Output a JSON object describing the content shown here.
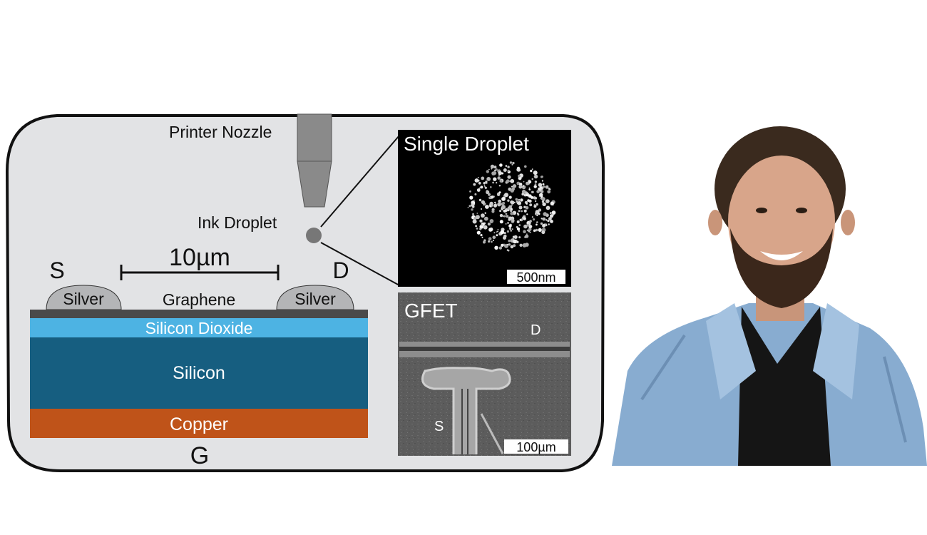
{
  "labels": {
    "printer_nozzle": "Printer Nozzle",
    "ink_droplet": "Ink Droplet",
    "scale_10um": "10µm",
    "source": "S",
    "drain": "D",
    "gate": "G",
    "silver_left": "Silver",
    "silver_right": "Silver",
    "graphene": "Graphene",
    "silicon_dioxide": "Silicon Dioxide",
    "silicon": "Silicon",
    "copper": "Copper"
  },
  "insets": {
    "droplet": {
      "title": "Single Droplet",
      "scale": "500nm"
    },
    "gfet": {
      "title": "GFET",
      "drain": "D",
      "source": "S",
      "scale": "100µm"
    }
  },
  "colors": {
    "panel_bg": "#e2e3e5",
    "silicon_dioxide": "#4db3e3",
    "silicon": "#165e80",
    "copper": "#bf5319",
    "silver": "#b4b5b7",
    "graphene": "#4a4a4a",
    "nozzle": "#8a8a8a"
  }
}
